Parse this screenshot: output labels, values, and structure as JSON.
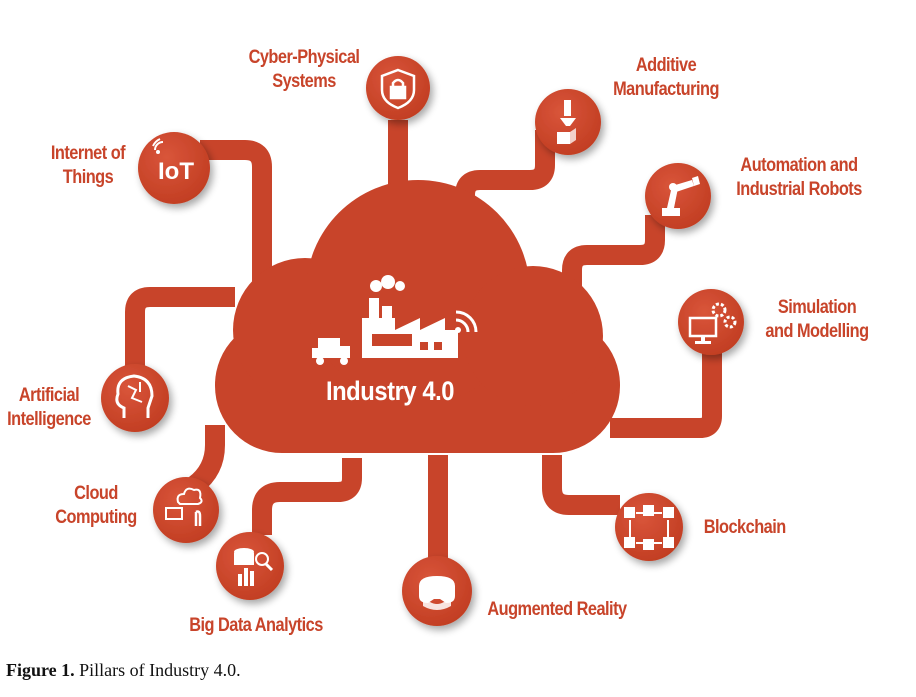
{
  "colors": {
    "accent": "#c8442a",
    "background": "#ffffff",
    "icon": "#ffffff"
  },
  "center": {
    "title": "Industry 4.0",
    "icon": "factory-icon"
  },
  "pillars": [
    {
      "id": "cps",
      "line1": "Cyber-Physical",
      "line2": "Systems",
      "icon": "shield-lock-icon"
    },
    {
      "id": "am",
      "line1": "Additive",
      "line2": "Manufacturing",
      "icon": "3d-printer-icon"
    },
    {
      "id": "iot",
      "line1": "Internet of",
      "line2": "Things",
      "icon": "iot-icon",
      "icon_text": "IoT"
    },
    {
      "id": "robots",
      "line1": "Automation and",
      "line2": "Industrial Robots",
      "icon": "robot-arm-icon"
    },
    {
      "id": "sim",
      "line1": "Simulation",
      "line2": "and Modelling",
      "icon": "monitor-gears-icon"
    },
    {
      "id": "ai",
      "line1": "Artificial",
      "line2": "Intelligence",
      "icon": "brain-head-icon"
    },
    {
      "id": "cloud",
      "line1": "Cloud",
      "line2": "Computing",
      "icon": "cloud-computer-icon"
    },
    {
      "id": "blockchain",
      "line1": "Blockchain",
      "icon": "blockchain-icon"
    },
    {
      "id": "bigdata",
      "line1": "Big Data Analytics",
      "icon": "database-chart-icon"
    },
    {
      "id": "ar",
      "line1": "Augmented Reality",
      "icon": "vr-headset-icon"
    }
  ],
  "caption": {
    "label": "Figure 1.",
    "text": " Pillars of Industry 4.0."
  }
}
